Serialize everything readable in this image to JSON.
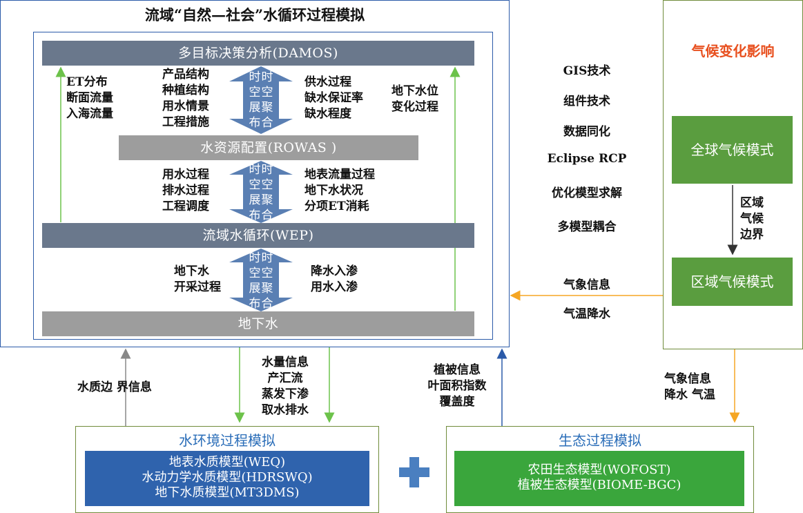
{
  "title": "流域“自然—社会”水循环过程模拟",
  "bars": {
    "damos": "多目标决策分析(DAMOS)",
    "rowas": "水资源配置(ROWAS )",
    "wep": "流域水循环(WEP)",
    "groundwater": "地下水"
  },
  "left_side_list": [
    "ET分布",
    "断面流量",
    "入海流量"
  ],
  "right_side_list": [
    "地下水位",
    "变化过程"
  ],
  "tier1": {
    "left": [
      "产品结构",
      "种植结构",
      "用水情景",
      "工程措施"
    ],
    "right": [
      "供水过程",
      "缺水保证率",
      "缺水程度"
    ]
  },
  "tier2": {
    "left": [
      "用水过程",
      "排水过程",
      "工程调度"
    ],
    "right": [
      "地表流量过程",
      "地下水状况",
      "分项ET消耗"
    ]
  },
  "tier3": {
    "left": [
      "地下水",
      "开采过程"
    ],
    "right": [
      "降水入渗",
      "用水入渗"
    ]
  },
  "arrow_text": {
    "col1": [
      "时",
      "空",
      "展",
      "布"
    ],
    "col2": [
      "时",
      "空",
      "聚",
      "合"
    ]
  },
  "tech_list": [
    "GIS技术",
    "组件技术",
    "数据同化",
    "Eclipse RCP",
    "优化模型求解",
    "多模型耦合"
  ],
  "climate": {
    "title": "气候变化影响",
    "global_model": "全球气候模式",
    "boundary": [
      "区域",
      "气候",
      "边界"
    ],
    "regional_model": "区域气候模式"
  },
  "climate_to_basin": [
    "气象信息",
    "气温降水"
  ],
  "climate_to_eco": [
    "气象信息",
    "降水 气温"
  ],
  "water_quality_boundary": "水质边 界信息",
  "basin_to_env": [
    "水量信息",
    "产汇流",
    "蒸发下渗",
    "取水排水"
  ],
  "eco_to_basin": [
    "植被信息",
    "叶面积指数",
    "覆盖度"
  ],
  "water_env": {
    "title": "水环境过程模拟",
    "models": [
      "地表水质模型(WEQ)",
      "水动力学水质模型(HDRSWQ)",
      "地下水质模型(MT3DMS)"
    ]
  },
  "eco": {
    "title": "生态过程模拟",
    "models": [
      "农田生态模型(WOFOST)",
      "植被生态模型(BIOME-BGC)"
    ]
  },
  "colors": {
    "frame_blue": "#2a5aa8",
    "green_arrow": "#6cc24a",
    "orange_arrow": "#f5a623",
    "climate_green": "#5a9d3f",
    "water_env_blue": "#2f63ad",
    "eco_green": "#3aa63c"
  }
}
